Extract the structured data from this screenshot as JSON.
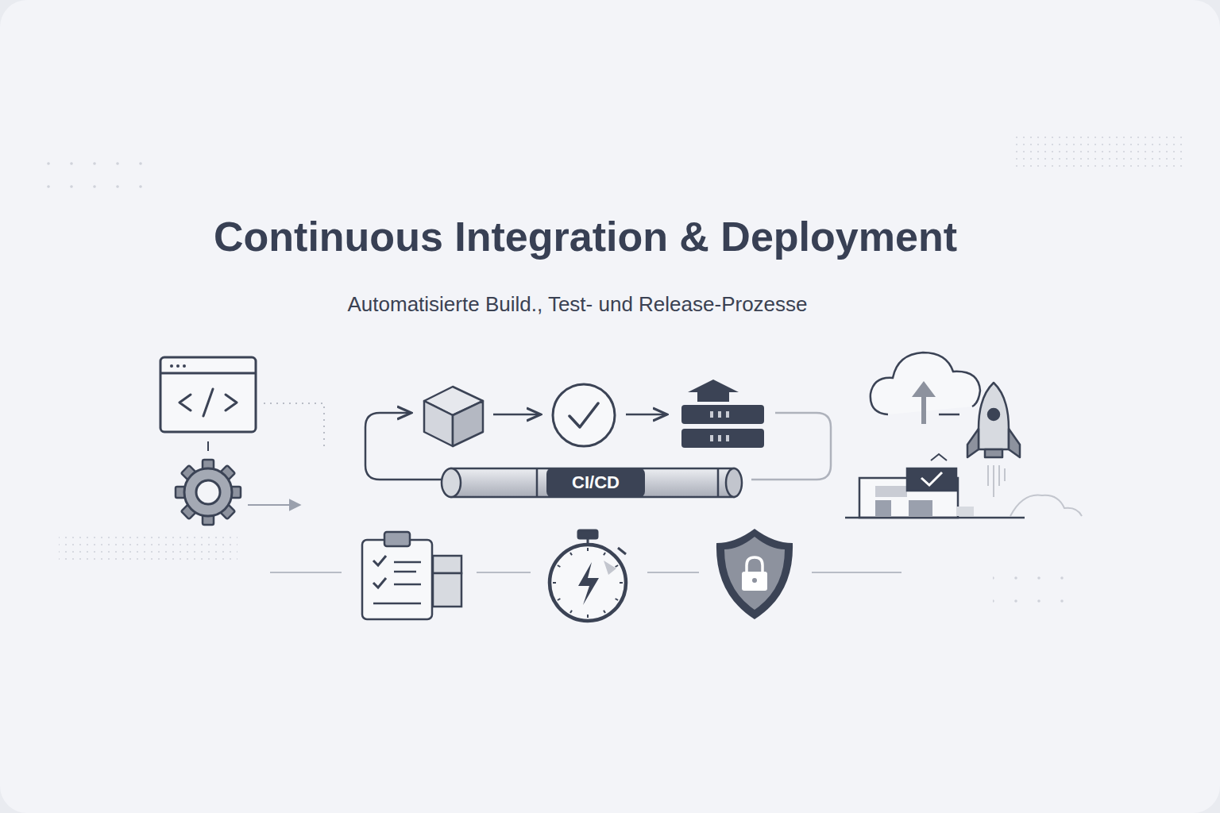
{
  "diagram": {
    "title": "Continuous Integration & Deployment",
    "caption": "Automatisierte Build., Test- und Release-Prozesse",
    "nodes": [
      {
        "text": [
          "CI/CD"
        ]
      }
    ]
  }
}
